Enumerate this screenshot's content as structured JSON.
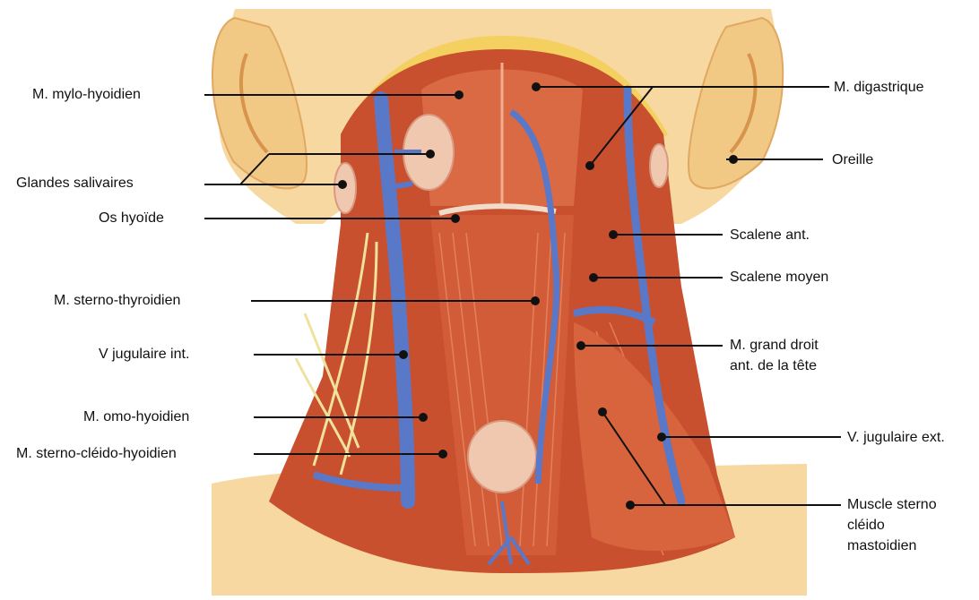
{
  "diagram": {
    "labels_left": {
      "mylo_hyoidien": "M. mylo-hyoidien",
      "glandes_salivaires": "Glandes salivaires",
      "os_hyoide": "Os hyoïde",
      "sterno_thyroidien": "M. sterno-thyroidien",
      "v_jugulaire_int": "V jugulaire int.",
      "omo_hyoidien": "M. omo-hyoidien",
      "sterno_cleido_hyoidien": "M. sterno-cléido-hyoidien"
    },
    "labels_right": {
      "digastrique": "M. digastrique",
      "oreille": "Oreille",
      "scalene_ant": "Scalene ant.",
      "scalene_moyen": "Scalene moyen",
      "grand_droit_line1": "M. grand droit",
      "grand_droit_line2": "ant. de la tête",
      "v_jugulaire_ext": "V. jugulaire ext.",
      "sterno_mastoidien_line1": "Muscle sterno",
      "sterno_mastoidien_line2": "cléido",
      "sterno_mastoidien_line3": "mastoidien"
    },
    "colors": {
      "skin": "#f6d8a0",
      "skin_dark": "#e8b878",
      "muscle": "#c8502e",
      "muscle_light": "#e07a52",
      "vein": "#5a78c8",
      "nerve": "#f0e6a0",
      "gland": "#f0c8b0",
      "leader": "#111111"
    }
  }
}
